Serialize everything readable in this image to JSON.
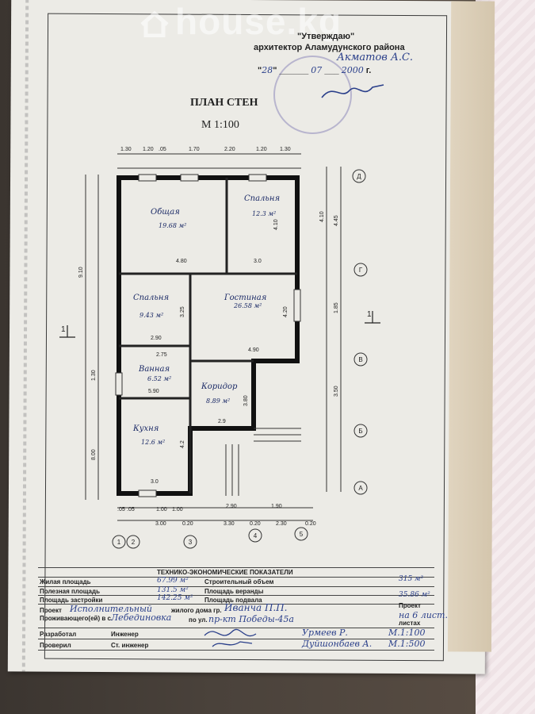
{
  "watermark": {
    "text": "house.kg"
  },
  "approval": {
    "line1": "\"Утверждаю\"",
    "line2": "архитектор Аламудунского района",
    "signature_name": "Акматов А.С.",
    "date_day": "28",
    "date_month": "07",
    "date_year": "2000",
    "year_suffix": "г."
  },
  "plan": {
    "title": "ПЛАН СТЕН",
    "scale": "М 1:100",
    "rooms": [
      {
        "name": "Общая",
        "area": "19.68 м²"
      },
      {
        "name": "Спальня",
        "area": "12.3 м²"
      },
      {
        "name": "Спальня",
        "area": "9.43 м²"
      },
      {
        "name": "Гостиная",
        "area": "26.58 м²"
      },
      {
        "name": "Ванная",
        "area": "6.52 м²"
      },
      {
        "name": "Коридор",
        "area": "8.89 м²"
      },
      {
        "name": "Кухня",
        "area": "12.6 м²"
      }
    ],
    "top_dims": [
      "1.30",
      "1.20",
      ".05",
      "1.70",
      "2.20",
      "1.20",
      "1.30"
    ],
    "bottom_dims_1": [
      ".05",
      ".05",
      "1.00",
      "1.00",
      "2.90",
      "1.90"
    ],
    "bottom_dims_2": [
      "3.00",
      "0.20",
      "3.30",
      "0.20",
      "2.30",
      "0.20"
    ],
    "left_dims": [
      "9.10",
      "1.30",
      "8.00"
    ],
    "right_dims": [
      "4.10",
      "4.45",
      "1.85",
      "3.50"
    ],
    "inner_dims": [
      "4.80",
      "3.0",
      "2.90",
      "4.90",
      "2.75",
      "5.90",
      "2.9",
      "3.0",
      "4.10",
      "4.20",
      "3.25",
      "3.80",
      "4.2"
    ],
    "col_axes": [
      "1",
      "2",
      "3",
      "4",
      "5"
    ],
    "row_axes": [
      "Д",
      "Г",
      "В",
      "Б",
      "А"
    ],
    "section_mark": "1"
  },
  "table": {
    "title": "ТЕХНИКО-ЭКОНОМИЧЕСКИЕ ПОКАЗАТЕЛИ",
    "living_label": "Жилая площадь",
    "living_value": "67.99 м²",
    "useful_label": "Полезная площадь",
    "useful_value": "131.5 м²",
    "built_label": "Площадь застройки",
    "built_value": "142.25 м²",
    "volume_label": "Строительный объем",
    "volume_value": "315 м³",
    "veranda_label": "Площадь веранды",
    "veranda_value": "",
    "basement_label": "Площадь подвала",
    "basement_value": "35.86 м²",
    "project_label": "Проект",
    "project_value": "Исполнительный",
    "house_label": "жилого дома гр.",
    "house_value": "Иванча П.П.",
    "resident_label": "Проживающего(ей) в с.",
    "resident_value": "Лебединовка",
    "street_label": "по ул.",
    "street_value": "пр-кт Победы-45а",
    "project_on_label": "Проект",
    "project_on_value": "на 6 лист.",
    "sheets_label": "листах",
    "developed_label": "Разработал",
    "engineer_label": "Инженер",
    "engineer_value": "Урмеев Р.",
    "checked_label": "Проверил",
    "senior_label": "Ст. инженер",
    "senior_value": "Дуйшонбаев А.",
    "scale_1": "М.1:100",
    "scale_2": "М.1:500"
  }
}
